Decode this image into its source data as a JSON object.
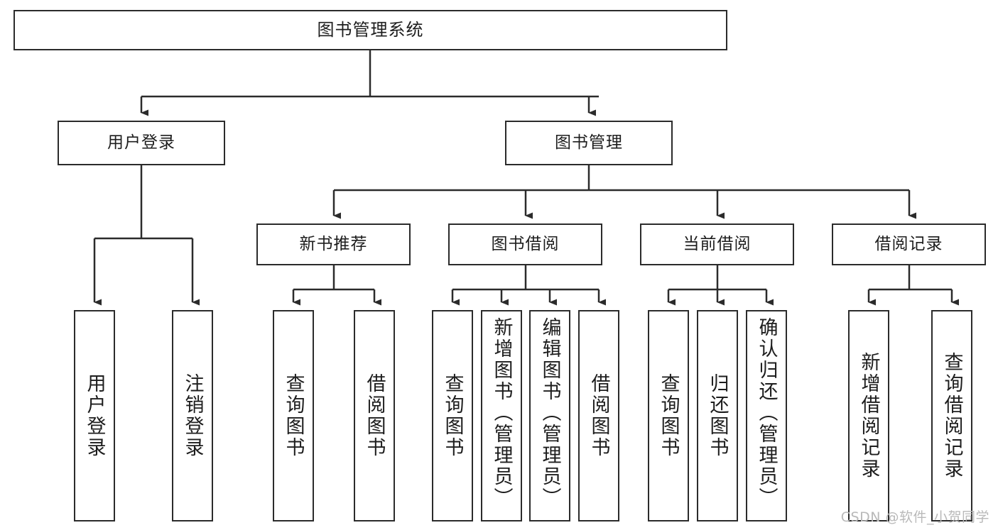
{
  "diagram": {
    "title": "图书管理系统",
    "watermark": "CSDN @软件_小贺同学",
    "line_color": "#2b2b2b",
    "box_fill": "#ffffff",
    "text_color": "#1d1d1d",
    "watermark_color": "#b9b9b9",
    "levels": {
      "root": "图书管理系统",
      "level2": [
        "用户登录",
        "图书管理"
      ],
      "level3": [
        "新书推荐",
        "图书借阅",
        "当前借阅",
        "借阅记录"
      ]
    },
    "nodes": {
      "root": {
        "label": "图书管理系统"
      },
      "user_login": {
        "label": "用户登录"
      },
      "book_manage": {
        "label": "图书管理"
      },
      "new_book_rec": {
        "label": "新书推荐"
      },
      "book_borrow": {
        "label": "图书借阅"
      },
      "current_borrow": {
        "label": "当前借阅"
      },
      "borrow_record": {
        "label": "借阅记录"
      },
      "leaf_user_login": {
        "label": "用户登录"
      },
      "leaf_user_logout": {
        "label": "注销登录"
      },
      "leaf_rec_query": {
        "label": "查询图书"
      },
      "leaf_rec_borrow": {
        "label": "借阅图书"
      },
      "leaf_borrow_query": {
        "label": "查询图书"
      },
      "leaf_borrow_add": {
        "label": "新增图书（管理员）"
      },
      "leaf_borrow_edit": {
        "label": "编辑图书（管理员）"
      },
      "leaf_borrow_borrow": {
        "label": "借阅图书"
      },
      "leaf_current_query": {
        "label": "查询图书"
      },
      "leaf_current_return": {
        "label": "归还图书"
      },
      "leaf_current_confirm": {
        "label": "确认归还（管理员）"
      },
      "leaf_record_add": {
        "label": "新增借阅记录"
      },
      "leaf_record_query": {
        "label": "查询借阅记录"
      }
    }
  }
}
